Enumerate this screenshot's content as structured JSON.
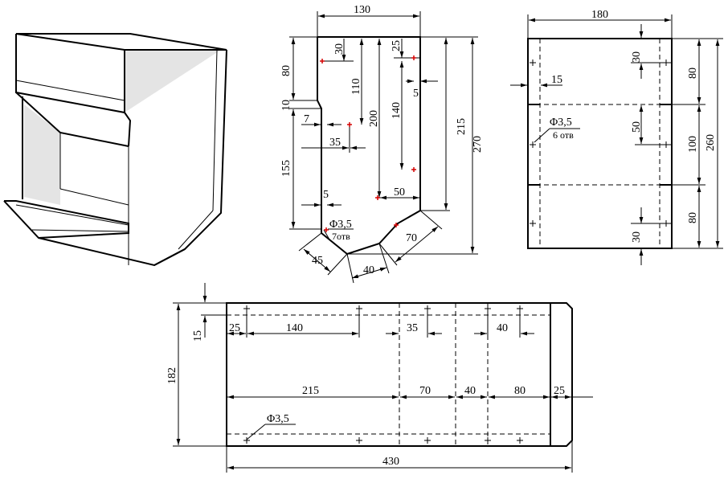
{
  "side_panel": {
    "dims": {
      "width_130": "130",
      "h_80": "80",
      "d_30": "30",
      "d_25": "25",
      "h_110": "110",
      "h_200": "200",
      "h_140": "140",
      "d_5_top": "5",
      "h_215": "215",
      "h_270": "270",
      "d_10": "10",
      "d_7": "7",
      "d_35": "35",
      "h_155": "155",
      "d_50": "50",
      "d_5_bottom": "5",
      "d_45": "45",
      "d_40": "40",
      "d_70": "70"
    },
    "hole_note": "Φ3,5",
    "hole_count": "7отв"
  },
  "back_panel": {
    "dims": {
      "width_180": "180",
      "d_30_top": "30",
      "d_15": "15",
      "h_80_top": "80",
      "d_50": "50",
      "h_100": "100",
      "h_260": "260",
      "h_80_bottom": "80",
      "d_30_bottom": "30"
    },
    "hole_note": "Φ3,5",
    "hole_count": "6 отв"
  },
  "strip": {
    "dims": {
      "d_15": "15",
      "d_25_left": "25",
      "d_140": "140",
      "d_35": "35",
      "d_40_top": "40",
      "h_182": "182",
      "d_215": "215",
      "d_70": "70",
      "d_40": "40",
      "d_80": "80",
      "d_25_right": "25",
      "w_430": "430"
    },
    "hole_note": "Φ3,5"
  }
}
